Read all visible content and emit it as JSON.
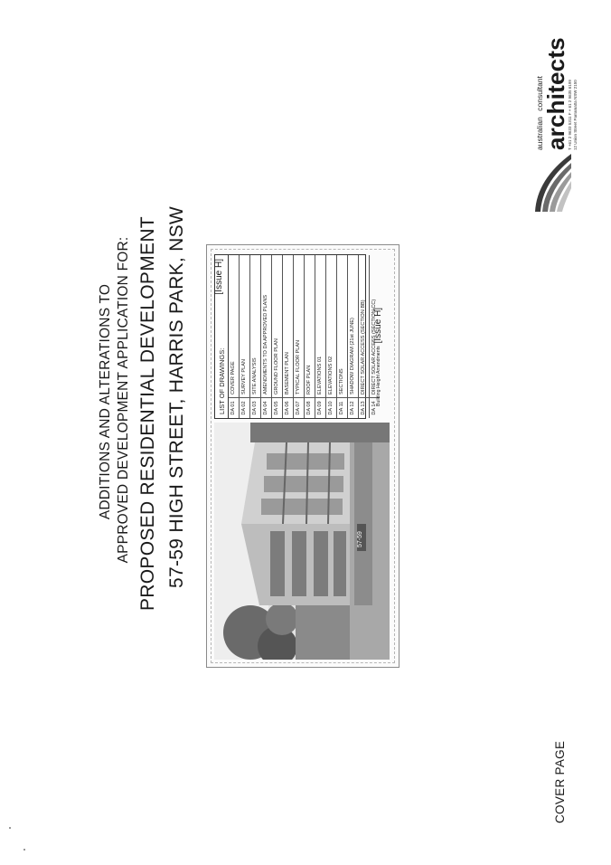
{
  "header": {
    "line1": "ADDITIONS AND ALTERATIONS TO",
    "line2": "APPROVED DEVELOPMENT APPLICATION FOR:",
    "line3": "PROPOSED RESIDENTIAL DEVELOPMENT",
    "line4": "57-59 HIGH STREET, HARRIS PARK, NSW"
  },
  "page_label": "COVER PAGE",
  "photo": {
    "sign_text": "57-59"
  },
  "drawings": {
    "heading": "LIST OF DRAWINGS:",
    "issue": "[Issue H]",
    "rows": [
      {
        "num": "DA 01",
        "name": "COVER PAGE"
      },
      {
        "num": "DA 02",
        "name": "SURVEY PLAN"
      },
      {
        "num": "DA 03",
        "name": "SITE ANALYSIS"
      },
      {
        "num": "DA 04",
        "name": "AMENDMENTS TO DA APPROVED PLANS"
      },
      {
        "num": "DA 05",
        "name": "GROUND FLOOR PLAN"
      },
      {
        "num": "DA 06",
        "name": "BASEMENT PLAN"
      },
      {
        "num": "DA 07",
        "name": "TYPICAL FLOOR PLAN"
      },
      {
        "num": "DA 08",
        "name": "ROOF PLAN"
      },
      {
        "num": "DA 09",
        "name": "ELEVATIONS 01"
      },
      {
        "num": "DA 10",
        "name": "ELEVATIONS 02"
      },
      {
        "num": "DA 11",
        "name": "SECTIONS"
      },
      {
        "num": "DA 12",
        "name": "SHADOW DIAGRAM (21st JUNE)"
      },
      {
        "num": "DA 13",
        "name": "DIRECT SOLAR ACCESS (SECTION BB)"
      },
      {
        "num": "DA 14",
        "name": "DIRECT SOLAR ACCESS (SECTION CC)"
      }
    ],
    "amendment_note": "Building Height Amendments",
    "amendment_issue": "[Issue H]"
  },
  "logo": {
    "small1": "australian",
    "small2": "consultant",
    "big": "architects",
    "contact1": "T +61 2 9633 5311    F + 61 2 9635 6199",
    "contact2": "12 Union Street Parramatta NSW 2150"
  }
}
